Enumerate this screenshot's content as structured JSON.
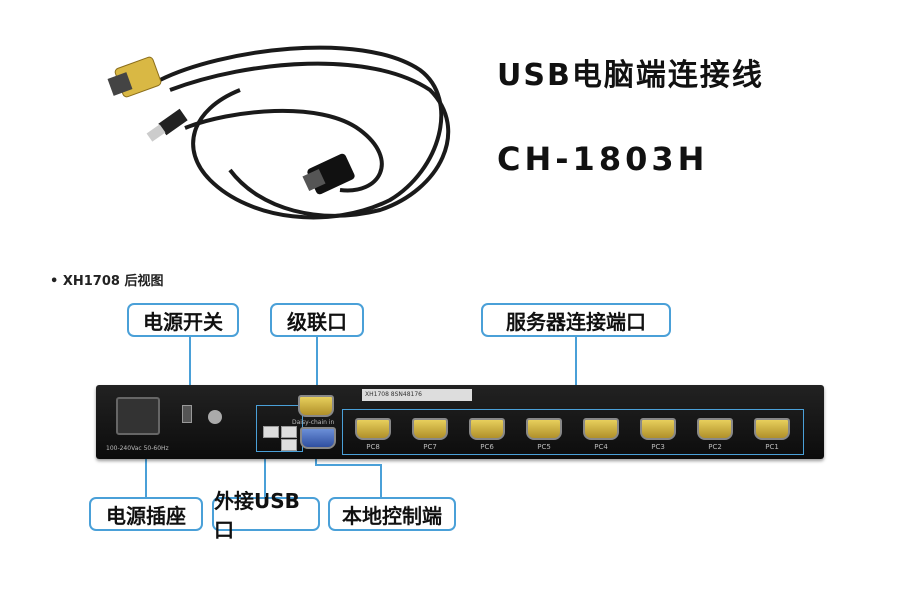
{
  "title_line1": "USB电脑端连接线",
  "title_line2": "CH-1803H",
  "section_label": "• XH1708 后视图",
  "callouts": {
    "power_switch": "电源开关",
    "cascade_port": "级联口",
    "server_ports": "服务器连接端口",
    "power_socket": "电源插座",
    "external_usb": "外接USB口",
    "local_console": "本地控制端"
  },
  "device": {
    "pc_labels": [
      "PC8",
      "PC7",
      "PC6",
      "PC5",
      "PC4",
      "PC3",
      "PC2",
      "PC1"
    ],
    "voltage_text": "100-240Vac 50-60Hz",
    "daisy_text": "Daisy-chain in",
    "serial_text": "XH1708 8SN48176"
  },
  "colors": {
    "accent": "#4aa0d8",
    "vga_yellow": "#d9b844",
    "vga_blue": "#4a6fc0"
  }
}
